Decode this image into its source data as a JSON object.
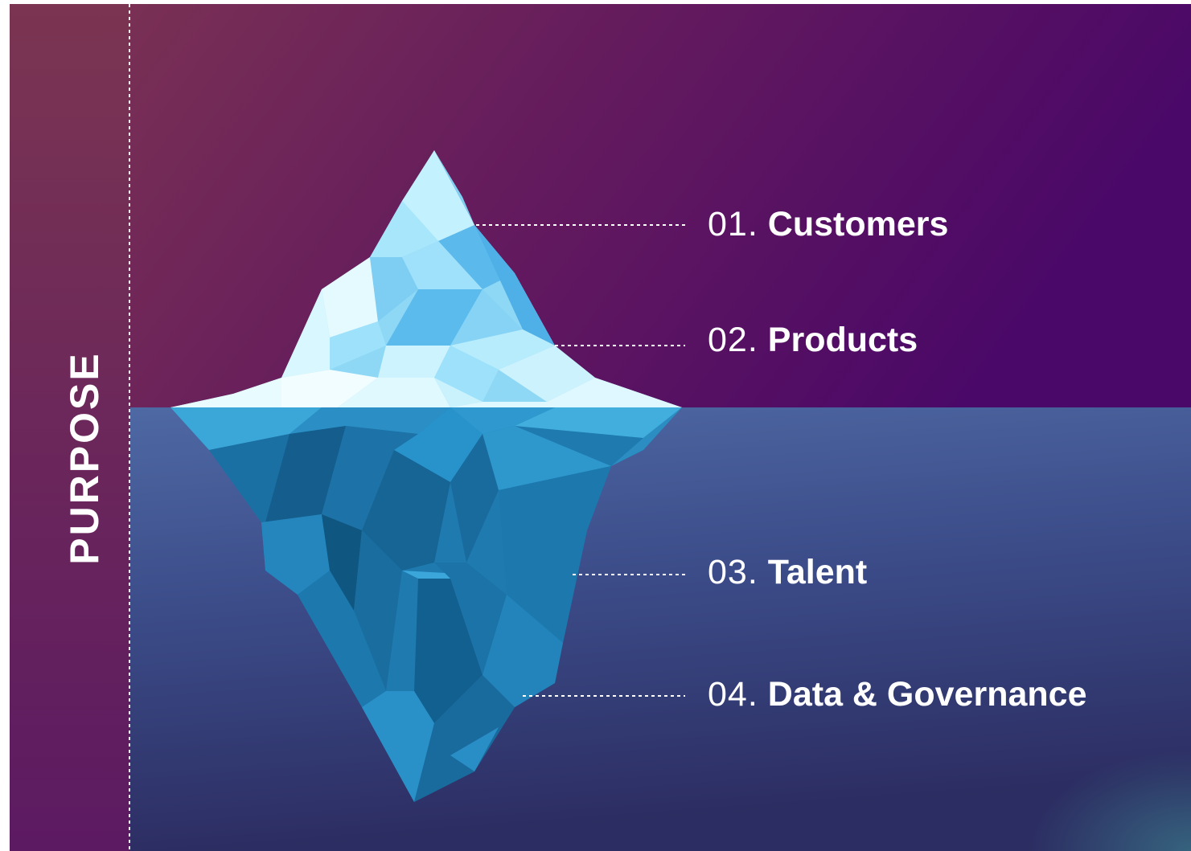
{
  "diagram": {
    "side_label": "PURPOSE",
    "items": [
      {
        "number": "01.",
        "label": "Customers"
      },
      {
        "number": "02.",
        "label": "Products"
      },
      {
        "number": "03.",
        "label": "Talent"
      },
      {
        "number": "04.",
        "label": "Data & Governance"
      }
    ]
  },
  "colors": {
    "sky_left": "#7a3150",
    "sky_right": "#4b0a6a",
    "sea_top": "#4a6aa4",
    "sea_bottom": "#2e2f63",
    "ice_light": "#bdeefc",
    "ice_dark": "#0f4e78",
    "text": "#ffffff"
  }
}
